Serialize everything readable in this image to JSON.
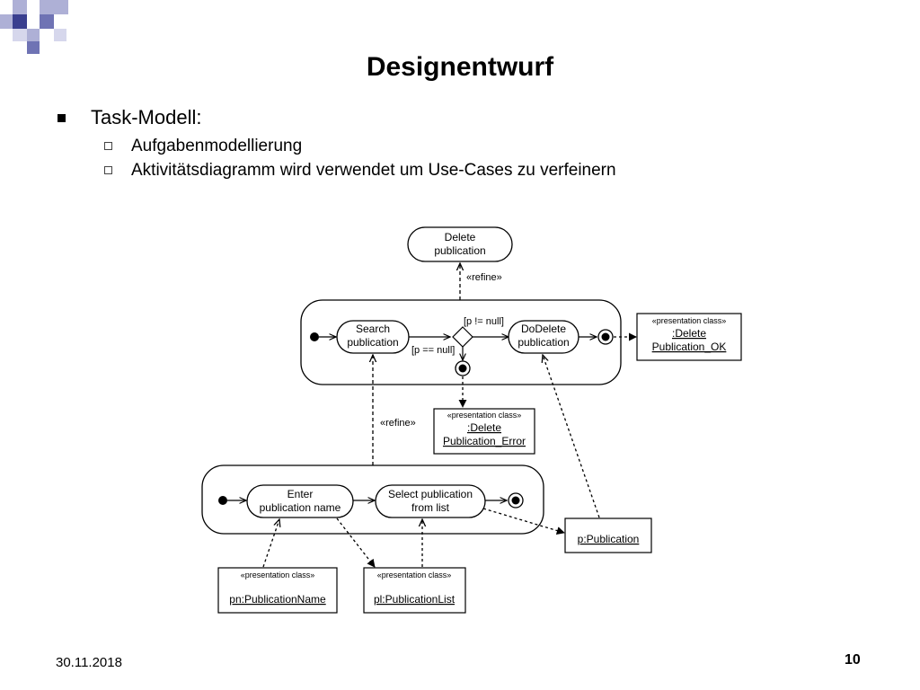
{
  "slide": {
    "title": "Designentwurf",
    "bullets": {
      "main": "Task-Modell:",
      "sub": [
        "Aufgabenmodellierung",
        "Aktivitätsdiagramm wird verwendet um Use-Cases zu verfeinern"
      ]
    },
    "footer": {
      "date": "30.11.2018",
      "page": "10"
    }
  },
  "diagram": {
    "usecase": [
      "Delete",
      "publication"
    ],
    "refine_top": "«refine»",
    "refine_mid": "«refine»",
    "search": [
      "Search",
      "publication"
    ],
    "dodelete": [
      "DoDelete",
      "publication"
    ],
    "guard_not_null": "[p != null]",
    "guard_null": "[p == null]",
    "stereotype": "«presentation class»",
    "pres_ok": [
      "«presentation class»",
      ":Delete",
      "Publication_OK"
    ],
    "pres_error": [
      "«presentation class»",
      ":Delete",
      "Publication_Error"
    ],
    "enter": [
      "Enter",
      "publication name"
    ],
    "select": [
      "Select publication",
      "from list"
    ],
    "p_publication": "p:Publication",
    "pn_name": [
      "«presentation class»",
      "pn:PublicationName"
    ],
    "pl_list": [
      "«presentation class»",
      "pl:PublicationList"
    ]
  },
  "colors": {
    "deco_dark": "#3a3f8f",
    "deco_light": "#aeb0d6",
    "deco_mid": "#6f73b4"
  }
}
